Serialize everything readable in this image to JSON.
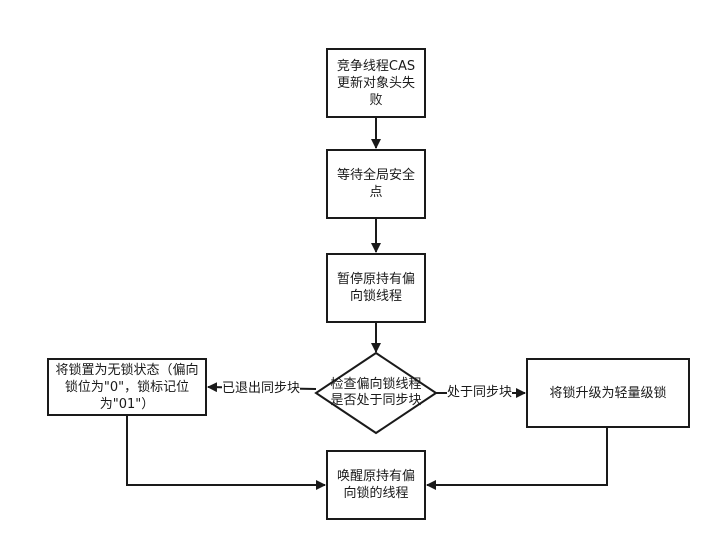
{
  "nodes": {
    "cas_fail": "竞争线程CAS更新对象头失败",
    "wait_safepoint": "等待全局安全点",
    "pause_owner": "暂停原持有偏向锁线程",
    "check_sync": "检查偏向锁线程是否处于同步块",
    "set_lockfree": "将锁置为无锁状态（偏向锁位为\"0\"，锁标记位为\"01\"）",
    "upgrade_light": "将锁升级为轻量级锁",
    "wake_owner": "唤醒原持有偏向锁的线程"
  },
  "edges": {
    "exited_sync": "已退出同步块",
    "in_sync": "处于同步块"
  },
  "colors": {
    "stroke": "#1a1a1a",
    "background": "#ffffff"
  }
}
